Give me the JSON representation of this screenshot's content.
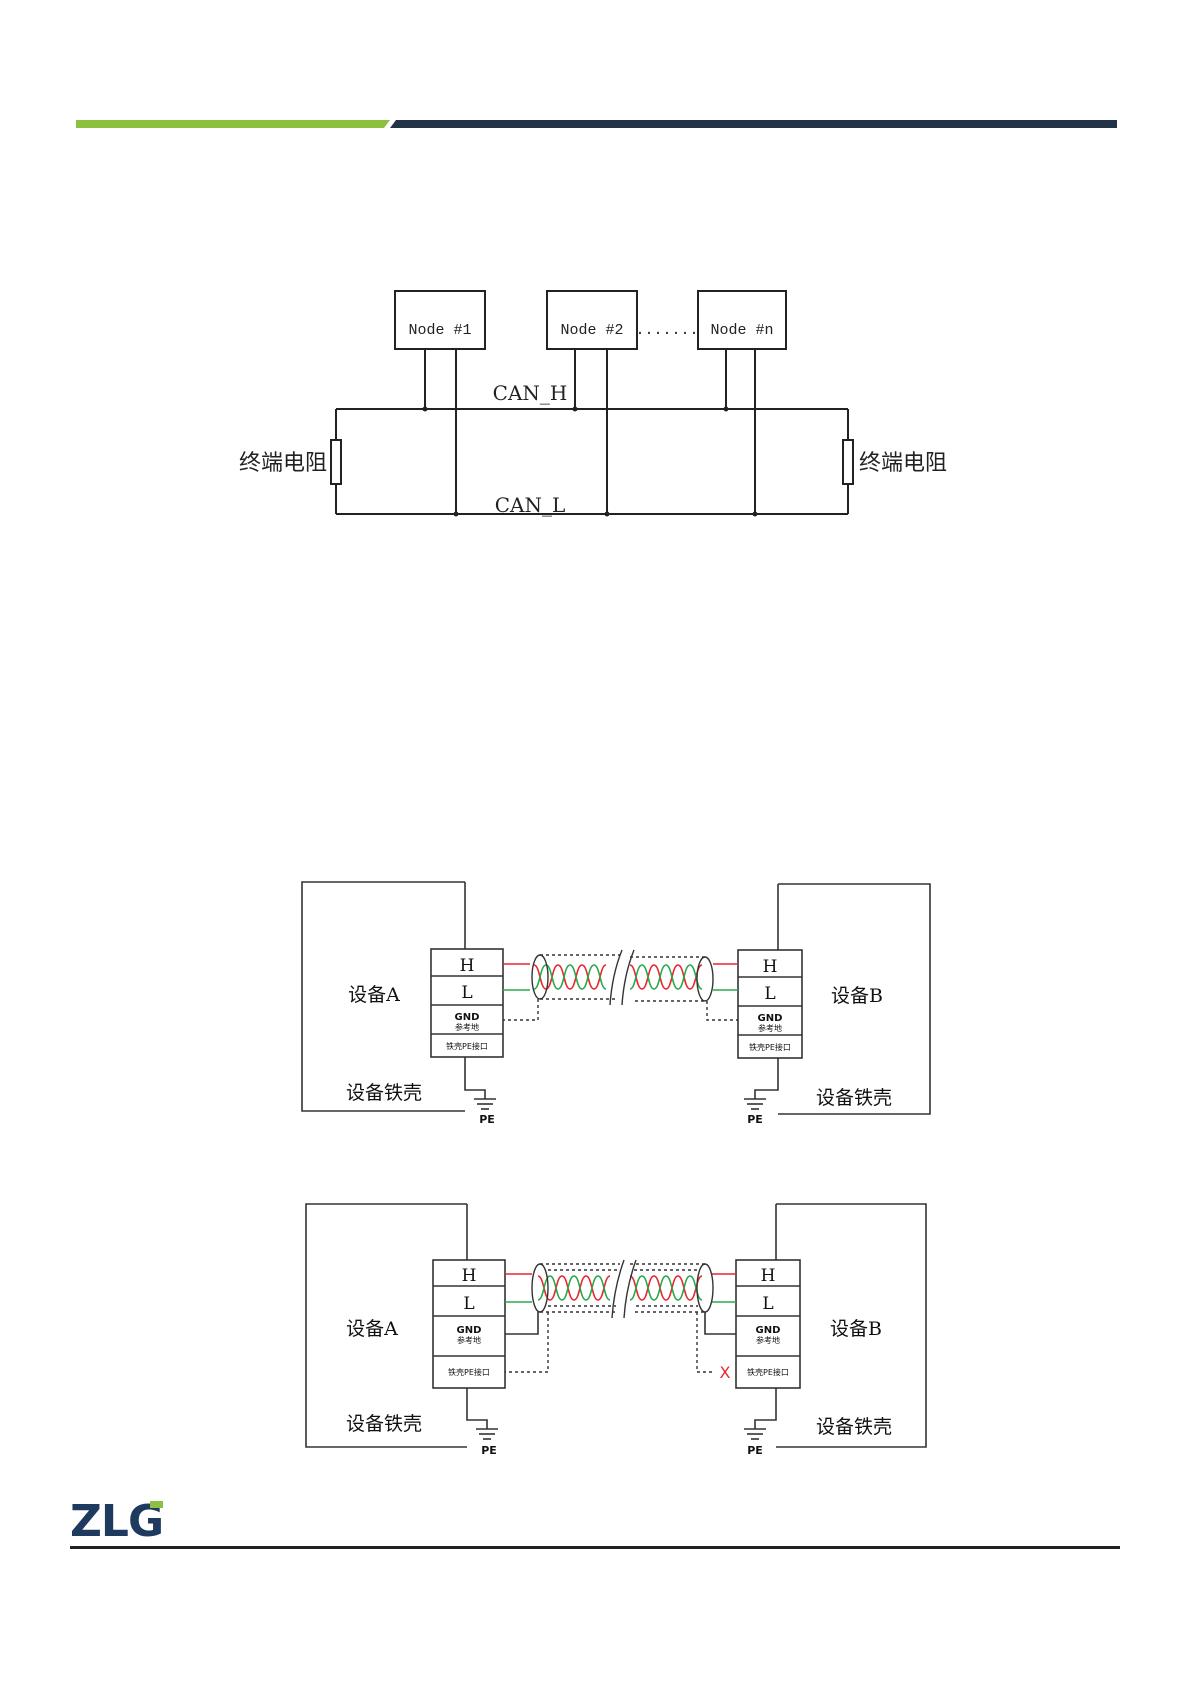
{
  "colors": {
    "header_green": "#8dc03f",
    "header_navy": "#243448",
    "wire_red": "#e8262e",
    "wire_green": "#2aa84a",
    "logo_navy": "#1f3a5f",
    "logo_green": "#8dc03f"
  },
  "bus_diagram": {
    "nodes": [
      "Node #1",
      "Node #2",
      "Node #n"
    ],
    "ellipsis": ".......",
    "can_h_label": "CAN_H",
    "can_l_label": "CAN_L",
    "terminator_left": "终端电阻",
    "terminator_right": "终端电阻"
  },
  "wiring_diagrams": [
    {
      "device_a": "设备A",
      "device_b": "设备B",
      "enclosure_a": "设备铁壳",
      "enclosure_b": "设备铁壳",
      "terminal_h": "H",
      "terminal_l": "L",
      "gnd": "GND",
      "gnd_sub": "参考地",
      "pe_port": "铁壳PE接口",
      "pe_label": "PE"
    },
    {
      "device_a": "设备A",
      "device_b": "设备B",
      "enclosure_a": "设备铁壳",
      "enclosure_b": "设备铁壳",
      "terminal_h": "H",
      "terminal_l": "L",
      "gnd": "GND",
      "gnd_sub": "参考地",
      "pe_port": "铁壳PE接口",
      "pe_label": "PE",
      "disconnect_mark": "X"
    }
  ],
  "footer": {
    "logo_text": "ZLG"
  }
}
